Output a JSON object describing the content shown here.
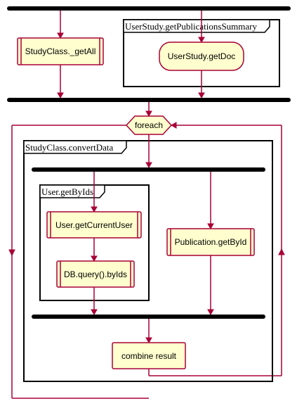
{
  "frames": {
    "user_study": "UserStudy.getPublicationsSummary",
    "convert_data": "StudyClass.convertData",
    "get_by_ids": "User.getByIds"
  },
  "nodes": {
    "get_all": "StudyClass._getAll",
    "get_doc": "UserStudy.getDoc",
    "loop": "foreach",
    "get_current_user": "User.getCurrentUser",
    "db_query": "DB.query().byIds",
    "publication_get_by_id": "Publication.getById",
    "combine_result": "combine result"
  },
  "colors": {
    "node_fill": "#FEFECE",
    "line": "#A80036",
    "bar": "#000000"
  }
}
